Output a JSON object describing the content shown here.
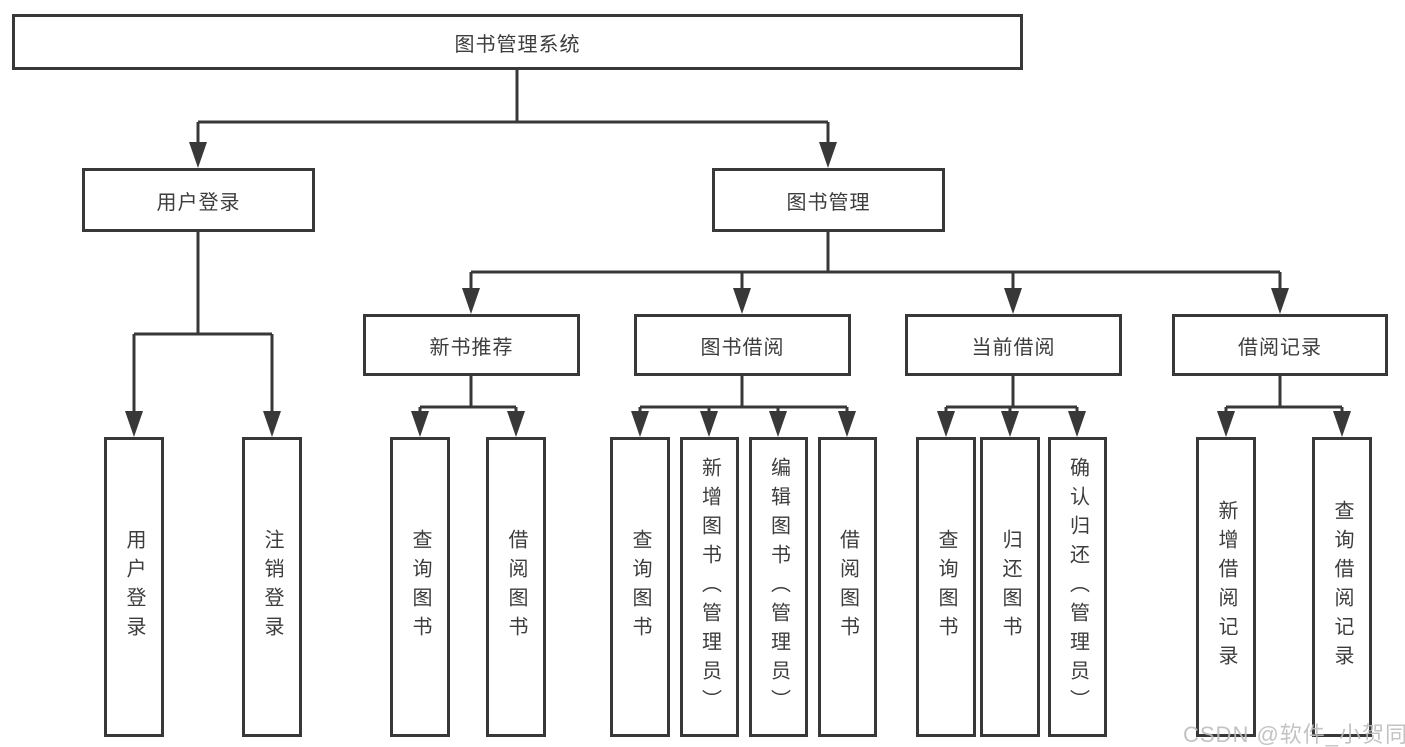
{
  "diagram": {
    "title": "图书管理系统",
    "watermark": "CSDN @软件_小贺同学",
    "colors": {
      "line": "#383838",
      "text": "#3d3d3d",
      "box_background": "#ffffff",
      "watermark": "#bcbcbc"
    },
    "nodes": {
      "root": {
        "label": "图书管理系统"
      },
      "user_login": {
        "label": "用户登录"
      },
      "book_mgmt": {
        "label": "图书管理"
      },
      "new_book_rec": {
        "label": "新书推荐"
      },
      "book_borrow": {
        "label": "图书借阅"
      },
      "current_borrow": {
        "label": "当前借阅"
      },
      "borrow_records": {
        "label": "借阅记录"
      },
      "leaf_user_login": {
        "label": "用户登录"
      },
      "leaf_logout": {
        "label": "注销登录"
      },
      "leaf_query_books_1": {
        "label": "查询图书"
      },
      "leaf_borrow_books_1": {
        "label": "借阅图书"
      },
      "leaf_query_books_2": {
        "label": "查询图书"
      },
      "leaf_add_books": {
        "label": "新增图书（管理员）"
      },
      "leaf_edit_books": {
        "label": "编辑图书（管理员）"
      },
      "leaf_borrow_books_2": {
        "label": "借阅图书"
      },
      "leaf_query_books_3": {
        "label": "查询图书"
      },
      "leaf_return_books": {
        "label": "归还图书"
      },
      "leaf_confirm_return": {
        "label": "确认归还（管理员）"
      },
      "leaf_add_record": {
        "label": "新增借阅记录"
      },
      "leaf_query_record": {
        "label": "查询借阅记录"
      }
    },
    "hierarchy": {
      "图书管理系统": {
        "用户登录": [
          "用户登录",
          "注销登录"
        ],
        "图书管理": {
          "新书推荐": [
            "查询图书",
            "借阅图书"
          ],
          "图书借阅": [
            "查询图书",
            "新增图书（管理员）",
            "编辑图书（管理员）",
            "借阅图书"
          ],
          "当前借阅": [
            "查询图书",
            "归还图书",
            "确认归还（管理员）"
          ],
          "借阅记录": [
            "新增借阅记录",
            "查询借阅记录"
          ]
        }
      }
    }
  }
}
